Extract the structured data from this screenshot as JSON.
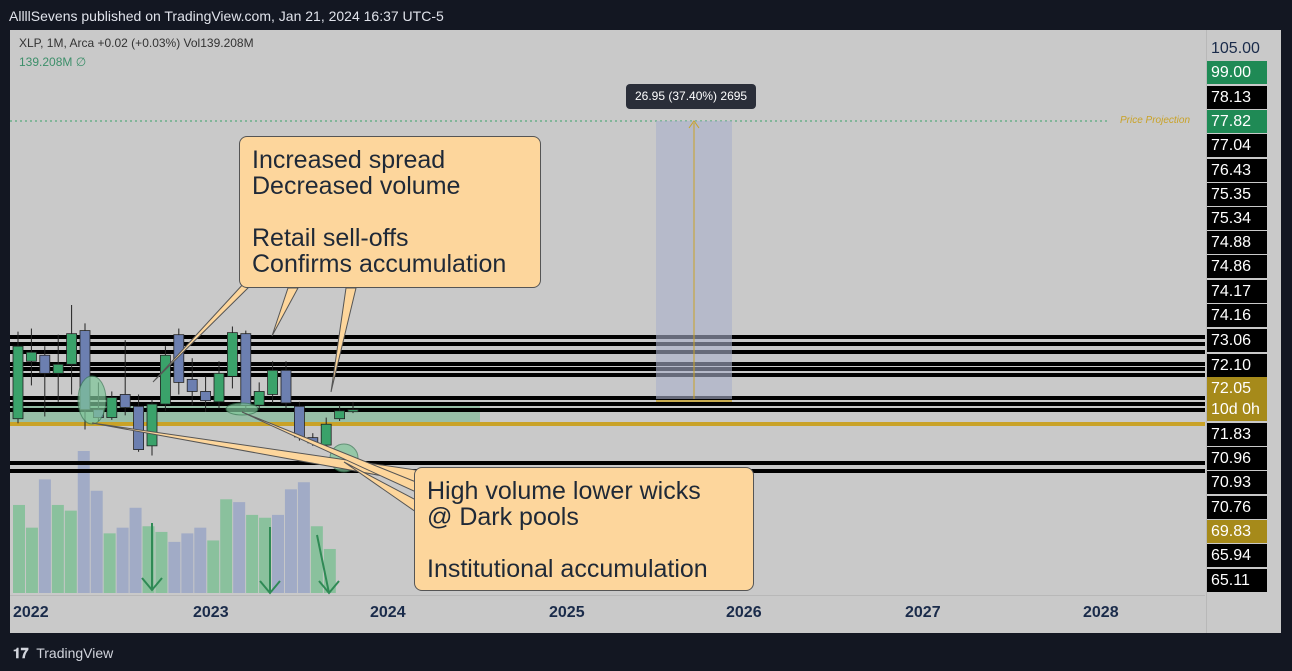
{
  "header": {
    "attribution": "AllllSevens published on TradingView.com, Jan 21, 2024 16:37 UTC-5"
  },
  "legend": {
    "line1": "XLP, 1M, Arca  +0.02 (+0.03%)  Vol139.208M",
    "line2": "139.208M  ∅"
  },
  "price_axis_labels": [
    {
      "text": "105.00",
      "style": "plain"
    },
    {
      "text": "99.00",
      "style": "green"
    },
    {
      "text": "78.13",
      "style": "black"
    },
    {
      "text": "77.82",
      "style": "green"
    },
    {
      "text": "77.04",
      "style": "black"
    },
    {
      "text": "76.43",
      "style": "black"
    },
    {
      "text": "75.35",
      "style": "black"
    },
    {
      "text": "75.34",
      "style": "black"
    },
    {
      "text": "74.88",
      "style": "black"
    },
    {
      "text": "74.86",
      "style": "black"
    },
    {
      "text": "74.17",
      "style": "black"
    },
    {
      "text": "74.16",
      "style": "black"
    },
    {
      "text": "73.06",
      "style": "black"
    },
    {
      "text": "72.10",
      "style": "black"
    },
    {
      "text": "72.05",
      "style": "gold"
    },
    {
      "text": "10d 0h",
      "style": "gold"
    },
    {
      "text": "71.83",
      "style": "black"
    },
    {
      "text": "70.96",
      "style": "black"
    },
    {
      "text": "70.93",
      "style": "black"
    },
    {
      "text": "70.76",
      "style": "black"
    },
    {
      "text": "69.83",
      "style": "gold"
    },
    {
      "text": "65.94",
      "style": "black"
    },
    {
      "text": "65.11",
      "style": "black"
    }
  ],
  "time_axis_labels": [
    "2022",
    "2023",
    "2024",
    "2025",
    "2026",
    "2027",
    "2028"
  ],
  "measure_tooltip": "26.95 (37.40%) 2695",
  "price_projection_label": "Price Projection",
  "callouts": {
    "top": {
      "lines": [
        "Increased spread",
        "Decreased volume",
        "",
        "Retail sell-offs",
        "Confirms accumulation"
      ]
    },
    "bottom": {
      "lines": [
        "High volume lower wicks",
        "@ Dark pools",
        "",
        "Institutional accumulation"
      ]
    }
  },
  "footer": {
    "brand": "TradingView"
  },
  "colors": {
    "up": "#3aa26a",
    "down": "#6c7fb0",
    "gold_line": "#c9a227",
    "callout_bg": "#fdd69c",
    "frame_bg": "#c9c9c9",
    "page_bg": "#131722"
  },
  "chart_data": {
    "type": "candlestick",
    "symbol": "XLP",
    "interval": "1M",
    "exchange": "Arca",
    "change": "+0.02 (+0.03%)",
    "volume_latest": "139.208M",
    "x_range": [
      "2022",
      "2028"
    ],
    "candles": [
      {
        "dir": "up",
        "o": 70.3,
        "h": 74.5,
        "l": 69.9,
        "c": 73.8
      },
      {
        "dir": "up",
        "o": 73.3,
        "h": 74.8,
        "l": 72.5,
        "c": 73.6
      },
      {
        "dir": "down",
        "o": 73.5,
        "h": 73.8,
        "l": 70.5,
        "c": 72.9
      },
      {
        "dir": "up",
        "o": 72.9,
        "h": 74.2,
        "l": 71.8,
        "c": 73.2
      },
      {
        "dir": "up",
        "o": 73.2,
        "h": 77.1,
        "l": 72.2,
        "c": 74.3
      },
      {
        "dir": "down",
        "o": 74.6,
        "h": 75.3,
        "l": 69.1,
        "c": 71.1
      },
      {
        "dir": "down",
        "o": 71.1,
        "h": 72.6,
        "l": 70.1,
        "c": 70.4
      },
      {
        "dir": "up",
        "o": 70.4,
        "h": 72.3,
        "l": 70.2,
        "c": 72.1
      },
      {
        "dir": "down",
        "o": 72.2,
        "h": 74.0,
        "l": 70.6,
        "c": 71.3
      },
      {
        "dir": "down",
        "o": 71.4,
        "h": 72.2,
        "l": 66.1,
        "c": 66.4
      },
      {
        "dir": "up",
        "o": 66.9,
        "h": 72.0,
        "l": 65.6,
        "c": 71.6
      },
      {
        "dir": "up",
        "o": 71.6,
        "h": 73.8,
        "l": 71.0,
        "c": 73.5
      },
      {
        "dir": "down",
        "o": 74.2,
        "h": 74.8,
        "l": 72.2,
        "c": 72.6
      },
      {
        "dir": "down",
        "o": 72.7,
        "h": 73.4,
        "l": 71.5,
        "c": 72.3
      },
      {
        "dir": "down",
        "o": 72.3,
        "h": 72.8,
        "l": 70.9,
        "c": 71.9
      },
      {
        "dir": "up",
        "o": 71.8,
        "h": 73.3,
        "l": 71.2,
        "c": 72.9
      },
      {
        "dir": "up",
        "o": 72.8,
        "h": 75.0,
        "l": 72.4,
        "c": 74.4
      },
      {
        "dir": "down",
        "o": 74.3,
        "h": 74.6,
        "l": 71.0,
        "c": 71.5
      },
      {
        "dir": "up",
        "o": 71.5,
        "h": 72.6,
        "l": 71.1,
        "c": 72.3
      },
      {
        "dir": "up",
        "o": 72.2,
        "h": 73.3,
        "l": 71.7,
        "c": 73.0
      },
      {
        "dir": "down",
        "o": 73.0,
        "h": 73.3,
        "l": 71.2,
        "c": 71.7
      },
      {
        "dir": "down",
        "o": 71.4,
        "h": 71.8,
        "l": 67.6,
        "c": 68.1
      },
      {
        "dir": "down",
        "o": 68.0,
        "h": 68.6,
        "l": 66.9,
        "c": 67.3
      },
      {
        "dir": "up",
        "o": 67.0,
        "h": 70.4,
        "l": 66.9,
        "c": 69.8
      },
      {
        "dir": "up",
        "o": 70.3,
        "h": 71.5,
        "l": 70.1,
        "c": 71.0
      },
      {
        "dir": "up",
        "o": 71.0,
        "h": 71.8,
        "l": 70.8,
        "c": 71.1
      }
    ],
    "volume_relative": [
      0.62,
      0.46,
      0.8,
      0.62,
      0.58,
      1.0,
      0.72,
      0.42,
      0.46,
      0.6,
      0.47,
      0.43,
      0.36,
      0.42,
      0.46,
      0.37,
      0.66,
      0.64,
      0.55,
      0.53,
      0.55,
      0.73,
      0.78,
      0.47,
      0.31
    ],
    "horizontal_levels": [
      74.17,
      73.06,
      72.88,
      72.1,
      71.83,
      71.4,
      70.96,
      70.76,
      69.83,
      65.94,
      65.11
    ],
    "key_level": 69.83,
    "price_projection": 99.0,
    "measure": {
      "change": 26.95,
      "percent": 37.4,
      "ticks": 2695,
      "from": 72.05,
      "to": 99.0
    }
  }
}
